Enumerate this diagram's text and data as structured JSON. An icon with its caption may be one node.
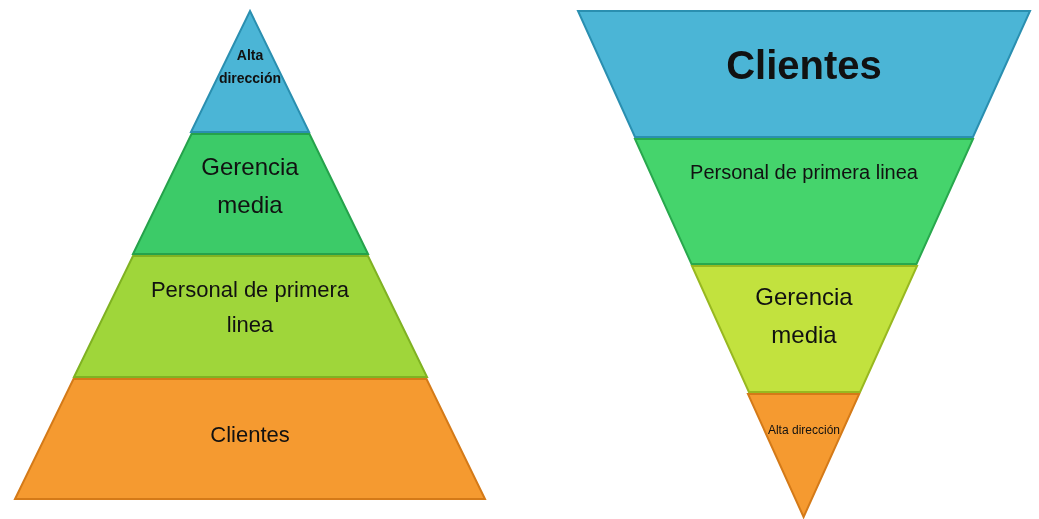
{
  "diagram": {
    "nodes": [
      {
        "text": [
          "Alta dirección"
        ]
      },
      {
        "text": [
          "Gerencia media"
        ]
      },
      {
        "text": [
          "Personal de primera linea"
        ]
      },
      {
        "text": [
          "Clientes"
        ]
      },
      {
        "text": [
          "Clientes"
        ]
      },
      {
        "text": [
          "Personal de primera linea"
        ]
      },
      {
        "text": [
          "Gerencia media"
        ]
      },
      {
        "text": [
          "Alta dirección"
        ]
      }
    ]
  }
}
